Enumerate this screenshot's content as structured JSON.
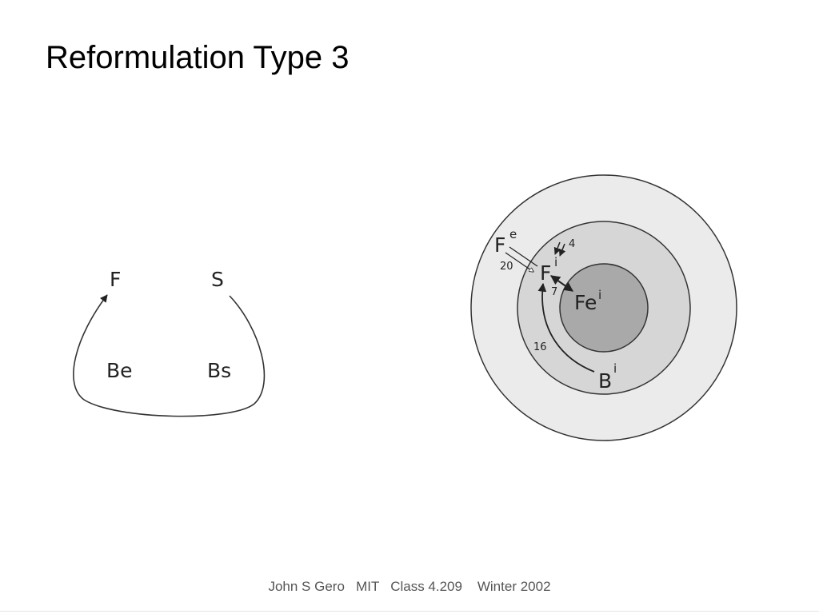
{
  "slide": {
    "title": "Reformulation Type 3",
    "footer": "John S Gero   MIT   Class 4.209    Winter 2002"
  },
  "left_diagram": {
    "nodes": {
      "f": "F",
      "s": "S",
      "be": "Be",
      "bs": "Bs"
    }
  },
  "right_diagram": {
    "labels": {
      "fe_base": "F",
      "fe_sup": "e",
      "fi_base": "F",
      "fi_sup": "i",
      "fei_base": "Fe",
      "fei_sup": "i",
      "bi_base": "B",
      "bi_sup": "i"
    },
    "arrow_numbers": {
      "n20": "20",
      "n4": "4",
      "n7": "7",
      "n16": "16"
    },
    "ring_colors": {
      "outer": "#ebebeb",
      "middle": "#d6d6d6",
      "inner": "#a9a9a9"
    }
  }
}
